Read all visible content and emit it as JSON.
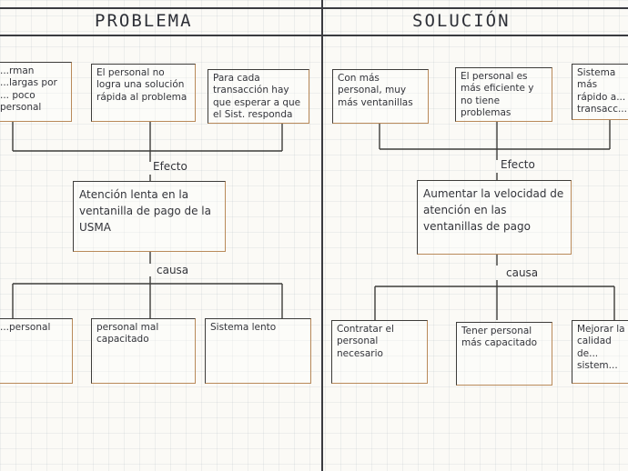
{
  "problema": {
    "title": "PROBLEMA",
    "top_boxes": [
      "...rman ...largas por ... poco personal",
      "El personal no logra una solución rápida al problema",
      "Para cada transacción hay que esperar a que el Sist. responda"
    ],
    "effect_label": "Efecto",
    "center_box": "Atención lenta en la ventanilla de pago de la USMA",
    "cause_label": "causa",
    "bottom_boxes": [
      "...personal",
      "personal mal capacitado",
      "Sistema lento"
    ]
  },
  "solucion": {
    "title": "SOLUCIÓN",
    "top_boxes": [
      "Con más personal, muy más ventanillas",
      "El personal es más eficiente y no tiene problemas",
      "Sistema más rápido a... transacc..."
    ],
    "effect_label": "Efecto",
    "center_box": "Aumentar la velocidad de atención en las ventanillas de pago",
    "cause_label": "causa",
    "bottom_boxes": [
      "Contratar el personal necesario",
      "Tener personal más capacitado",
      "Mejorar la calidad de... sistem..."
    ]
  }
}
